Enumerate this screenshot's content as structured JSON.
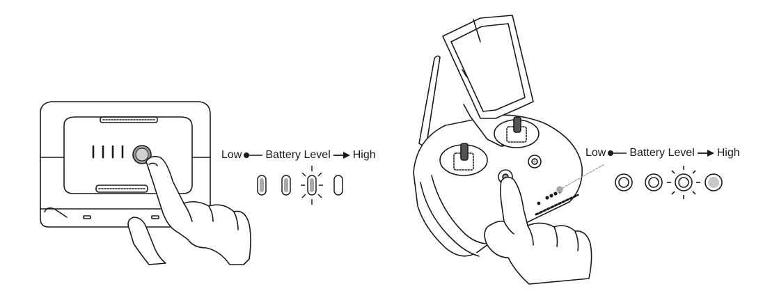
{
  "left_panel": {
    "legend": {
      "low": "Low",
      "middle": "Battery Level",
      "high": "High"
    },
    "led_count": 4,
    "blinking_led": 3,
    "icons": [
      "battery-icon",
      "power-button-icon",
      "hand-icon"
    ]
  },
  "right_panel": {
    "legend": {
      "low": "Low",
      "middle": "Battery Level",
      "high": "High"
    },
    "led_count": 4,
    "blinking_led": 3,
    "icons": [
      "remote-controller-icon",
      "antenna-icon",
      "tablet-holder-icon",
      "control-stick-icon",
      "power-button-icon",
      "hand-icon"
    ]
  },
  "colors": {
    "ink": "#1a1a1a",
    "led_fill": "#a8a8a8",
    "led_lit": "#c8c8c8"
  }
}
